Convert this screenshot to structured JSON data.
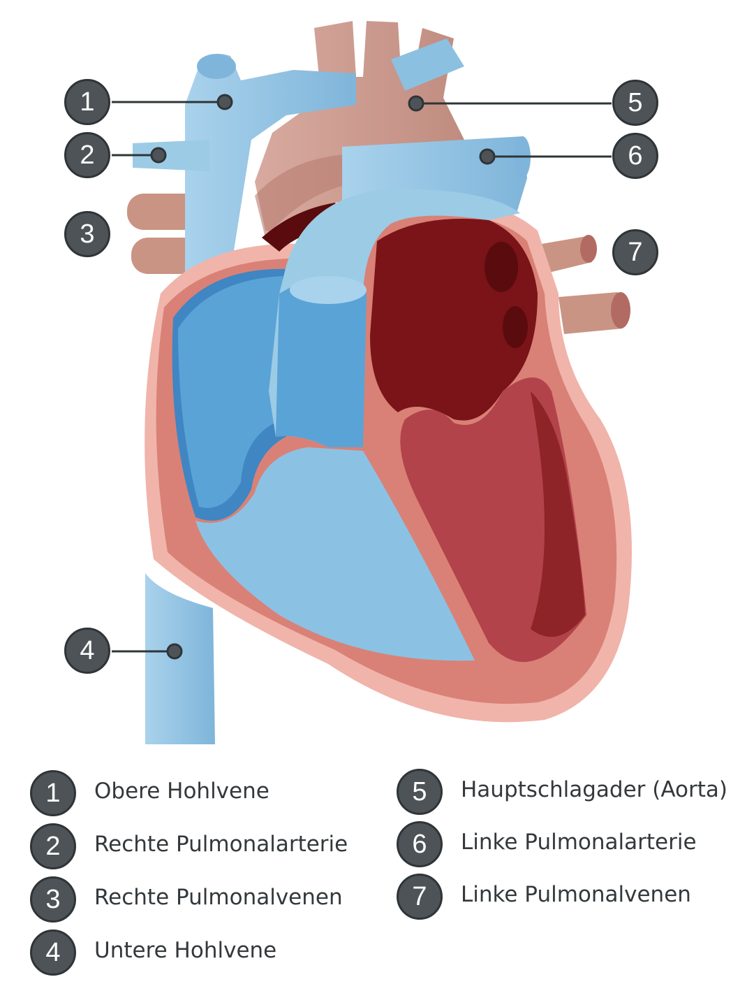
{
  "callouts": [
    {
      "number": "1",
      "label": "Obere Hohlvene"
    },
    {
      "number": "2",
      "label": "Rechte Pulmonalarterie"
    },
    {
      "number": "3",
      "label": "Rechte Pulmonalvenen"
    },
    {
      "number": "4",
      "label": "Untere Hohlvene"
    },
    {
      "number": "5",
      "label": "Hauptschlagader (Aorta)"
    },
    {
      "number": "6",
      "label": "Linke Pulmonalarterie"
    },
    {
      "number": "7",
      "label": "Linke Pulmonalvenen"
    }
  ],
  "colors": {
    "venous_blue": "#8cc0e0",
    "right_chamber_blue": "#5aa3d6",
    "aorta": "#c9948a",
    "left_chamber_red": "#7a1418",
    "wall_pink": "#f0b4aa",
    "callout_fill": "#4d5357"
  }
}
